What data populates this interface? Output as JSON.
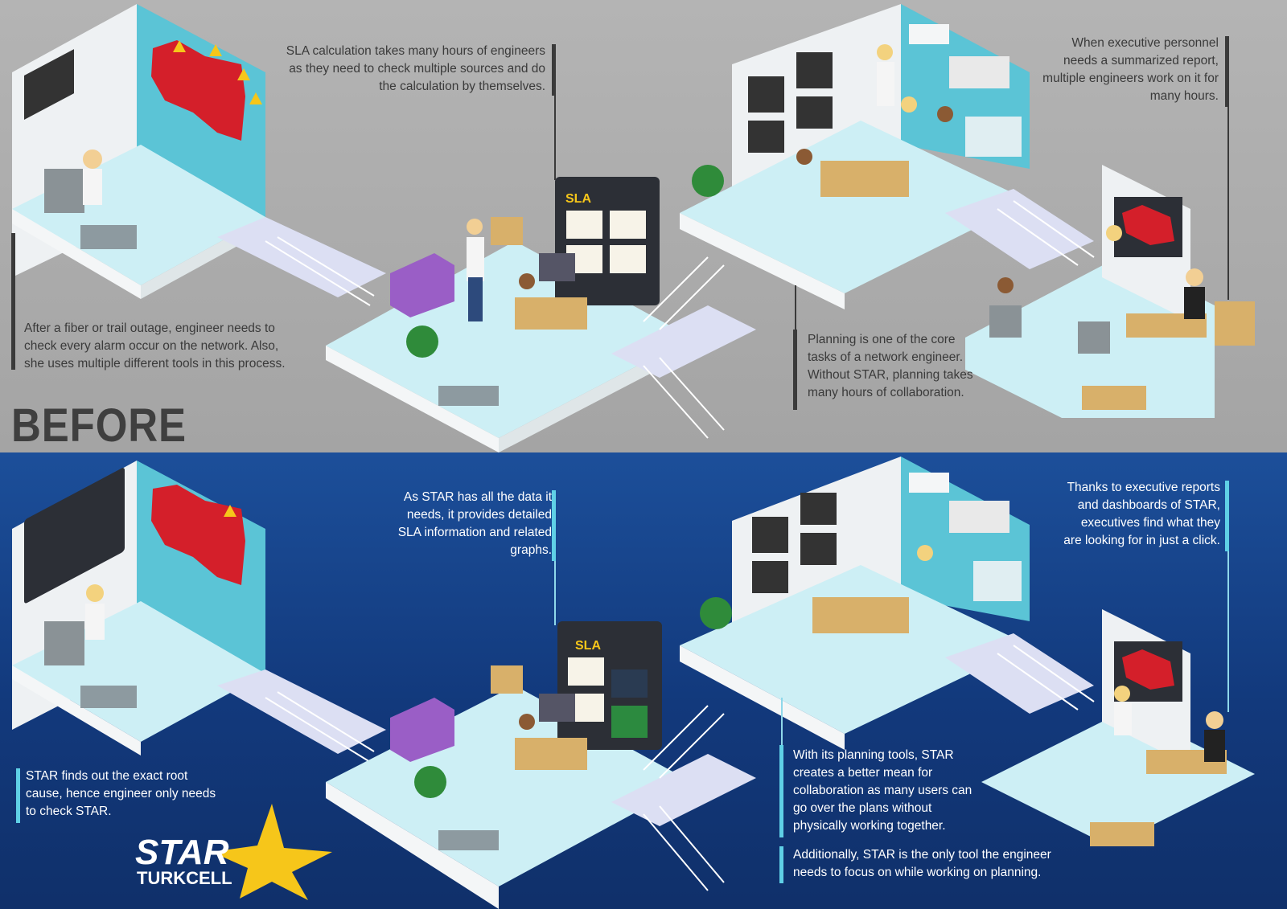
{
  "before": {
    "title": "BEFORE",
    "captions": {
      "outage": [
        "After a fiber or trail outage, engineer needs to",
        "check every alarm occur on the network. Also,",
        "she uses multiple different tools in this process."
      ],
      "sla": [
        "SLA calculation takes many hours of engineers",
        "as they need to check multiple sources and do",
        "the calculation by themselves."
      ],
      "executive": [
        "When executive personnel",
        "needs a summarized report,",
        "multiple engineers work on it for",
        "many hours."
      ],
      "planning": [
        "Planning is one of the core",
        "tasks of a network engineer.",
        "Without STAR, planning takes",
        "many hours of collaboration."
      ]
    },
    "screen_label": "SLA"
  },
  "after": {
    "captions": {
      "root_cause": [
        "STAR finds out the exact root",
        "cause, hence engineer only needs",
        "to check STAR."
      ],
      "sla": [
        "As STAR has all the data it",
        "needs, it provides detailed",
        "SLA information and related",
        "graphs."
      ],
      "executive": [
        "Thanks to executive reports",
        "and dashboards of STAR,",
        "executives find what they",
        "are looking for in just a click."
      ],
      "planning": [
        "With its planning tools, STAR",
        "creates a better mean for",
        "collaboration as many users can",
        "go over the plans without",
        "physically working together."
      ],
      "additional": [
        "Additionally, STAR is the only tool the engineer",
        "needs to focus on while working on planning."
      ]
    },
    "screen_label": "SLA",
    "logo": {
      "brand": "STAR",
      "company": "TURKCELL"
    }
  },
  "colors": {
    "before_bg": "#aaaaaa",
    "after_bg": "#163f86",
    "floor": "#cdeff5",
    "wall": "#f2f4f6",
    "wall_side": "#4fc2d6",
    "map_red": "#d41f2a",
    "logo_yellow": "#f6c61a"
  }
}
